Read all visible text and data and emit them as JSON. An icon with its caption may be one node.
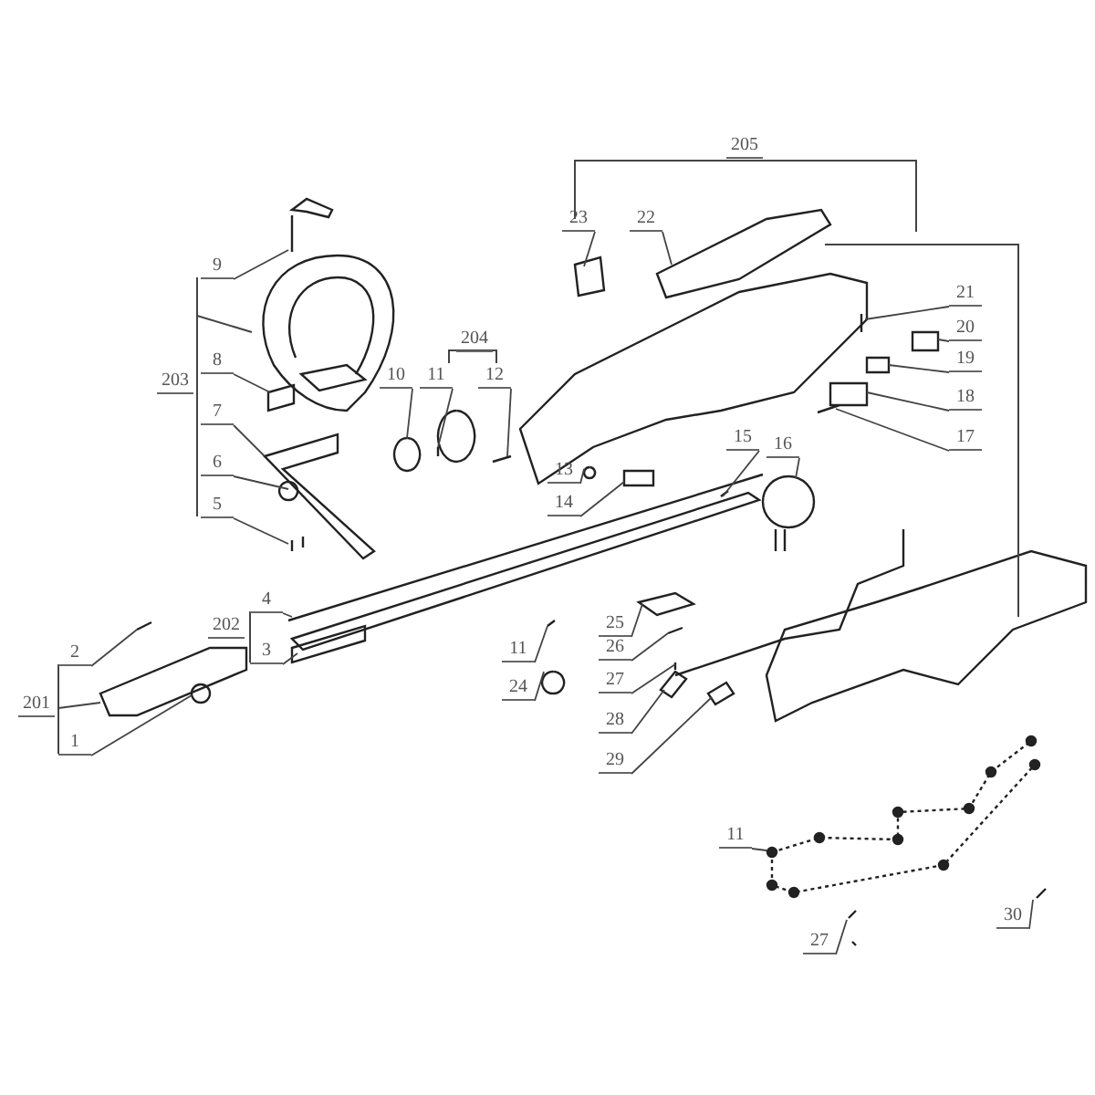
{
  "diagram": {
    "nodes": [
      {
        "text": [
          "9"
        ]
      },
      {
        "text": [
          "8"
        ]
      },
      {
        "text": [
          "7"
        ]
      },
      {
        "text": [
          "6"
        ]
      },
      {
        "text": [
          "5"
        ]
      },
      {
        "text": [
          "10"
        ]
      },
      {
        "text": [
          "11"
        ]
      },
      {
        "text": [
          "12"
        ]
      },
      {
        "text": [
          "13"
        ]
      },
      {
        "text": [
          "14"
        ]
      },
      {
        "text": [
          "23"
        ]
      },
      {
        "text": [
          "22"
        ]
      },
      {
        "text": [
          "21"
        ]
      },
      {
        "text": [
          "20"
        ]
      },
      {
        "text": [
          "19"
        ]
      },
      {
        "text": [
          "18"
        ]
      },
      {
        "text": [
          "17"
        ]
      },
      {
        "text": [
          "15"
        ]
      },
      {
        "text": [
          "16"
        ]
      },
      {
        "text": [
          "4"
        ]
      },
      {
        "text": [
          "3"
        ]
      },
      {
        "text": [
          "2"
        ]
      },
      {
        "text": [
          "1"
        ]
      },
      {
        "text": [
          "11"
        ]
      },
      {
        "text": [
          "24"
        ]
      },
      {
        "text": [
          "25"
        ]
      },
      {
        "text": [
          "26"
        ]
      },
      {
        "text": [
          "27"
        ]
      },
      {
        "text": [
          "28"
        ]
      },
      {
        "text": [
          "29"
        ]
      },
      {
        "text": [
          "11"
        ]
      },
      {
        "text": [
          "30"
        ]
      },
      {
        "text": [
          "27"
        ]
      }
    ],
    "edges": [
      {
        "from": 0,
        "to": null,
        "arrow": "none"
      },
      {
        "from": 1,
        "to": null,
        "arrow": "none"
      },
      {
        "from": 2,
        "to": null,
        "arrow": "none"
      },
      {
        "from": 3,
        "to": null,
        "arrow": "none"
      },
      {
        "from": 4,
        "to": null,
        "arrow": "none"
      },
      {
        "from": 5,
        "to": null,
        "arrow": "none"
      },
      {
        "from": 6,
        "to": null,
        "arrow": "none"
      },
      {
        "from": 7,
        "to": null,
        "arrow": "none"
      },
      {
        "from": 8,
        "to": null,
        "arrow": "none"
      },
      {
        "from": 9,
        "to": null,
        "arrow": "none"
      },
      {
        "from": 10,
        "to": null,
        "arrow": "none"
      },
      {
        "from": 11,
        "to": null,
        "arrow": "none"
      },
      {
        "from": 12,
        "to": null,
        "arrow": "none"
      },
      {
        "from": 13,
        "to": null,
        "arrow": "none"
      },
      {
        "from": 14,
        "to": null,
        "arrow": "none"
      },
      {
        "from": 15,
        "to": null,
        "arrow": "none"
      },
      {
        "from": 16,
        "to": null,
        "arrow": "none"
      },
      {
        "from": 17,
        "to": null,
        "arrow": "none"
      },
      {
        "from": 18,
        "to": null,
        "arrow": "none"
      },
      {
        "from": 19,
        "to": null,
        "arrow": "none"
      },
      {
        "from": 20,
        "to": null,
        "arrow": "none"
      },
      {
        "from": 21,
        "to": null,
        "arrow": "none"
      },
      {
        "from": 22,
        "to": null,
        "arrow": "none"
      },
      {
        "from": 23,
        "to": null,
        "arrow": "none"
      },
      {
        "from": 24,
        "to": null,
        "arrow": "none"
      },
      {
        "from": 25,
        "to": null,
        "arrow": "none"
      },
      {
        "from": 26,
        "to": null,
        "arrow": "none"
      },
      {
        "from": 27,
        "to": null,
        "arrow": "none"
      },
      {
        "from": 28,
        "to": null,
        "arrow": "none"
      },
      {
        "from": 29,
        "to": null,
        "arrow": "none"
      },
      {
        "from": 30,
        "to": null,
        "arrow": "none"
      },
      {
        "from": 31,
        "to": null,
        "arrow": "none"
      },
      {
        "from": 32,
        "to": null,
        "arrow": "none"
      }
    ],
    "labels": [
      "205",
      "204",
      "203",
      "202",
      "201"
    ]
  }
}
